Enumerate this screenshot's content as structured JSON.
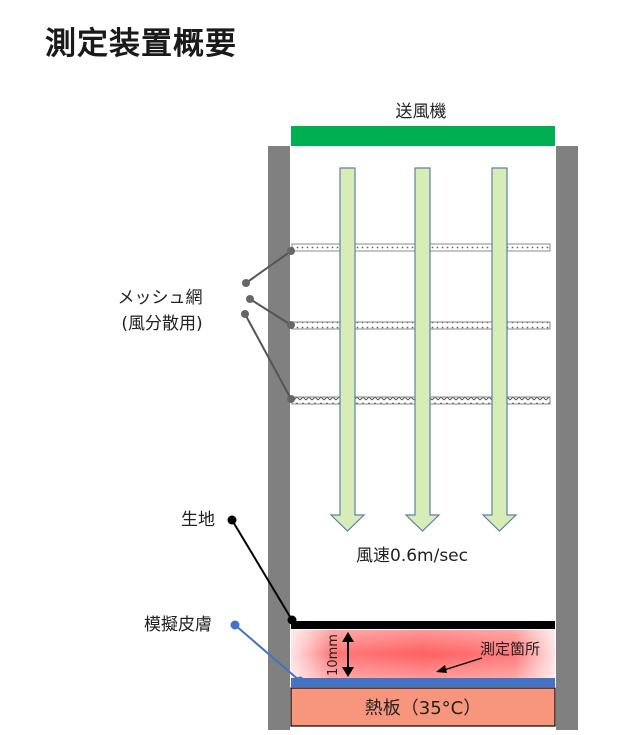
{
  "title": "測定装置概要",
  "labels": {
    "fan": "送風機",
    "mesh_line1": "メッシュ網",
    "mesh_line2": "(風分散用)",
    "fabric": "生地",
    "skin": "模擬皮膚",
    "wind_speed": "風速0.6m/sec",
    "gap": "10mm",
    "measure_point": "測定箇所",
    "heater": "熱板（35°C）"
  },
  "colors": {
    "fan": "#00b050",
    "wall": "#808080",
    "arrow_fill": "#d8ecb8",
    "arrow_stroke": "#5a82a8",
    "skin": "#4472c4",
    "fabric": "#000000",
    "heater": "#f8967d",
    "zone": "#ff7070"
  }
}
